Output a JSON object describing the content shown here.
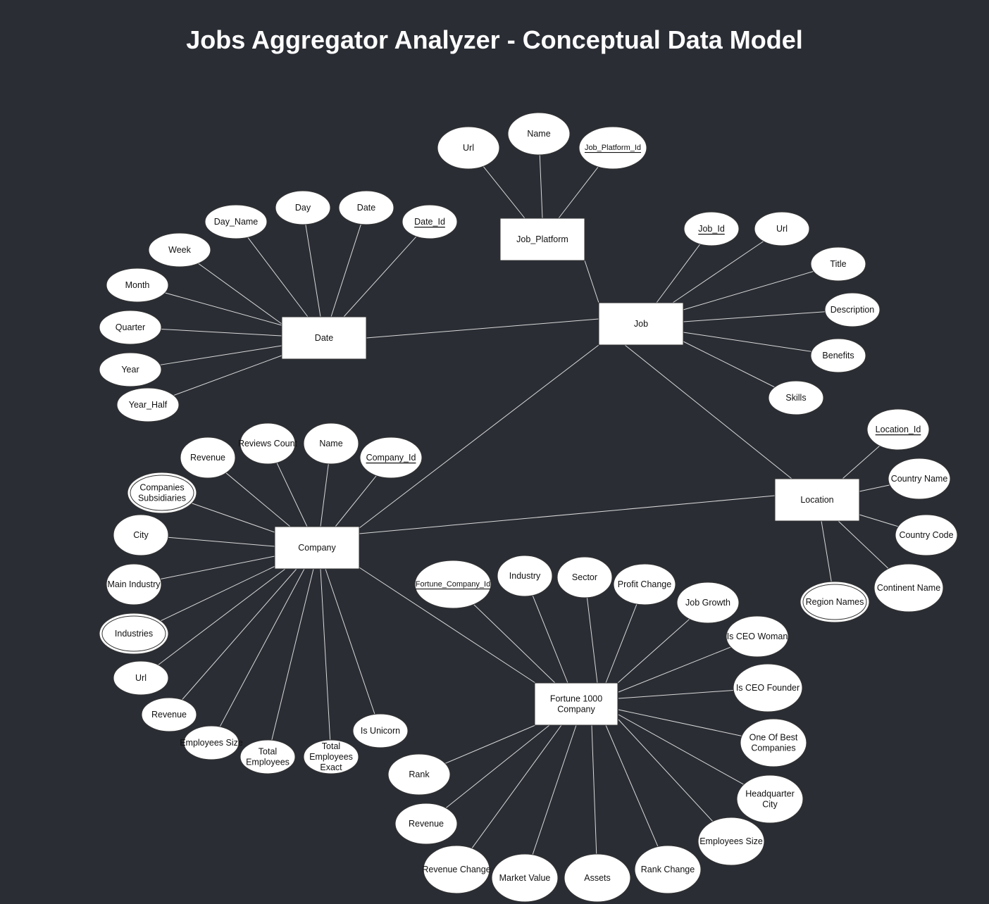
{
  "title": "Jobs Aggregator Analyzer - Conceptual Data Model",
  "entities": {
    "job_platform": "Job_Platform",
    "job": "Job",
    "date": "Date",
    "company": "Company",
    "location": "Location",
    "fortune": "Fortune 1000 Company"
  },
  "attributes": {
    "jp_url": "Url",
    "jp_name": "Name",
    "jp_id": "Job_Platform_Id",
    "d_day_name": "Day_Name",
    "d_day": "Day",
    "d_date": "Date",
    "d_id": "Date_Id",
    "d_week": "Week",
    "d_month": "Month",
    "d_quarter": "Quarter",
    "d_year": "Year",
    "d_year_half": "Year_Half",
    "j_id": "Job_Id",
    "j_url": "Url",
    "j_title": "Title",
    "j_description": "Description",
    "j_benefits": "Benefits",
    "j_skills": "Skills",
    "l_id": "Location_Id",
    "l_country_name": "Country Name",
    "l_country_code": "Country Code",
    "l_continent_name": "Continent Name",
    "l_region_names": "Region Names",
    "c_revenue": "Revenue",
    "c_reviews_count": "Reviews Count",
    "c_name": "Name",
    "c_id": "Company_Id",
    "c_subsidiaries": "Companies Subsidiaries",
    "c_city": "City",
    "c_main_industry": "Main Industry",
    "c_industries": "Industries",
    "c_url": "Url",
    "c_revenue2": "Revenue",
    "c_employees_size": "Employees Size",
    "c_total_employees": "Total Employees",
    "c_total_employees_exact": "Total Employees Exact",
    "c_is_unicorn": "Is Unicorn",
    "f_id": "Fortune_Company_Id",
    "f_industry": "Industry",
    "f_sector": "Sector",
    "f_profit_change": "Profit Change",
    "f_job_growth": "Job Growth",
    "f_ceo_woman": "Is CEO Woman",
    "f_ceo_founder": "Is CEO Founder",
    "f_best_companies": "One Of Best Companies",
    "f_hq_city": "Headquarter City",
    "f_employees_size": "Employees Size",
    "f_rank_change": "Rank Change",
    "f_assets": "Assets",
    "f_market_value": "Market Value",
    "f_revenue_change": "Revenue Change",
    "f_revenue": "Revenue",
    "f_rank": "Rank"
  }
}
